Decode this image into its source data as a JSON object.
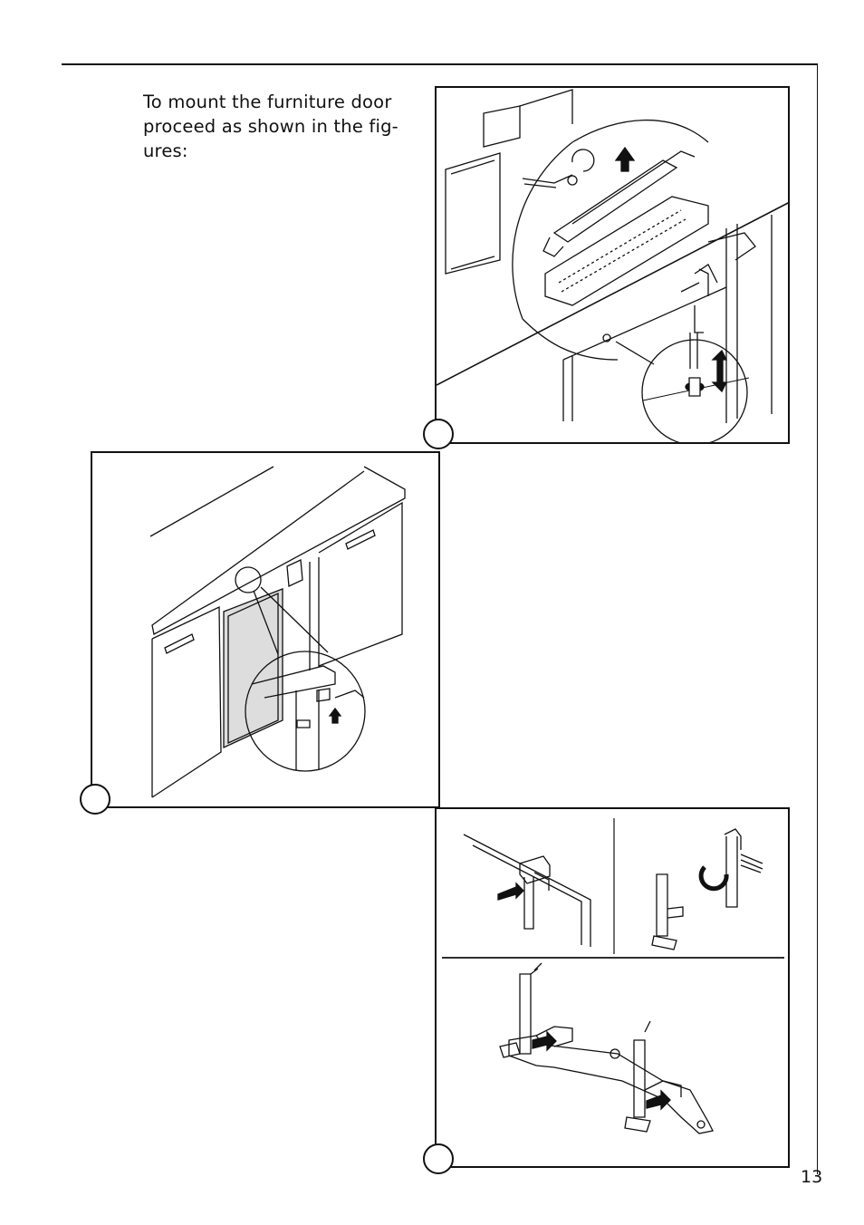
{
  "intro_text": "To mount the furniture door proceed as shown in the fig-ures:",
  "intro_lines": [
    "To mount the furniture door",
    "proceed as shown in the fig-",
    "ures:"
  ],
  "page_number": "13",
  "figures": [
    {
      "name": "figure-hinge-adjustment"
    },
    {
      "name": "figure-door-mounting"
    },
    {
      "name": "figure-bracket-assembly"
    }
  ]
}
